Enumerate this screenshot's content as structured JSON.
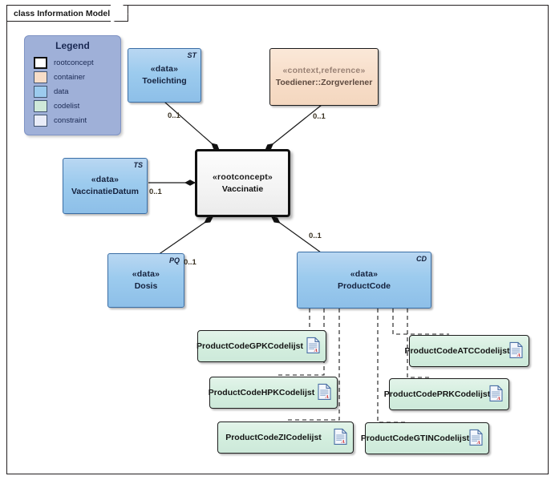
{
  "frame": {
    "tab_label": "class Information Model"
  },
  "legend": {
    "title": "Legend",
    "items": [
      {
        "label": "rootconcept",
        "color": "#ffffff",
        "kind": "rootconcept"
      },
      {
        "label": "container",
        "color": "#f7ddc8",
        "kind": "container"
      },
      {
        "label": "data",
        "color": "#9ccbee",
        "kind": "data"
      },
      {
        "label": "codelist",
        "color": "#cfe9d9",
        "kind": "codelist"
      },
      {
        "label": "constraint",
        "color": "#e8ecf8",
        "kind": "constraint"
      }
    ]
  },
  "nodes": {
    "toelichting": {
      "stereotype": "«data»",
      "name": "Toelichting",
      "tag": "ST",
      "kind": "data"
    },
    "toediener": {
      "stereotype": "«context,reference»",
      "name": "Toediener::Zorgverlener",
      "tag": "",
      "kind": "container"
    },
    "vaccinatie": {
      "stereotype": "«rootconcept»",
      "name": "Vaccinatie",
      "tag": "",
      "kind": "rootconcept"
    },
    "vaccinatiedatum": {
      "stereotype": "«data»",
      "name": "VaccinatieDatum",
      "tag": "TS",
      "kind": "data"
    },
    "dosis": {
      "stereotype": "«data»",
      "name": "Dosis",
      "tag": "PQ",
      "kind": "data"
    },
    "productcode": {
      "stereotype": "«data»",
      "name": "ProductCode",
      "tag": "CD",
      "kind": "data"
    }
  },
  "codelists": [
    {
      "id": "gpk",
      "name": "ProductCodeGPKCodelijst"
    },
    {
      "id": "hpk",
      "name": "ProductCodeHPKCodelijst"
    },
    {
      "id": "zi",
      "name": "ProductCodeZICodelijst"
    },
    {
      "id": "atc",
      "name": "ProductCodeATCCodelijst"
    },
    {
      "id": "prk",
      "name": "ProductCodePRKCodelijst"
    },
    {
      "id": "gtin",
      "name": "ProductCodeGTINCodelijst"
    }
  ],
  "multiplicities": {
    "toelichting_end": "0..1",
    "toediener_end": "0..1",
    "vaccinatiedatum_end": "0..1",
    "dosis_end": "0..1",
    "productcode_end": "0..1"
  },
  "colors": {
    "data_fill": "#9ccbee",
    "container_fill": "#f7ddc8",
    "codelist_fill": "#d3eede",
    "rootconcept_fill": "#ffffff",
    "legend_fill": "#9fb0d8",
    "line": "#1a1a1a"
  }
}
